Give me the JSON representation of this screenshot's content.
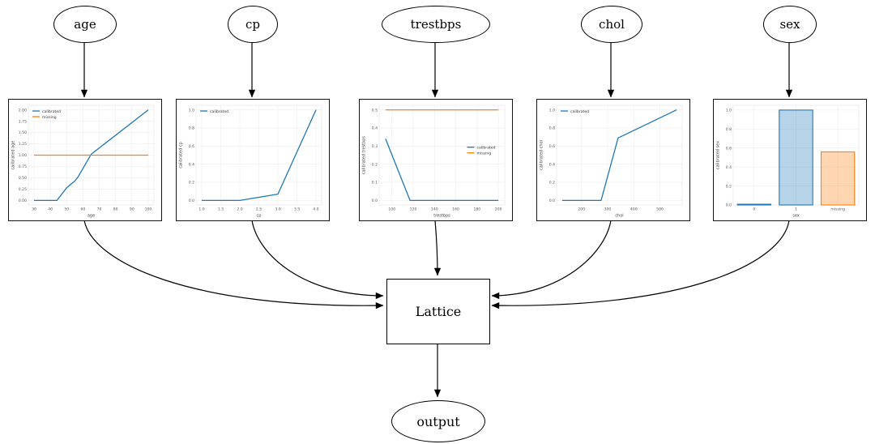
{
  "diagram": {
    "inputs": [
      {
        "label": "age"
      },
      {
        "label": "cp"
      },
      {
        "label": "trestbps"
      },
      {
        "label": "chol"
      },
      {
        "label": "sex"
      }
    ],
    "lattice_label": "Lattice",
    "output_label": "output",
    "edges": [
      "age -> age-calibrator",
      "cp -> cp-calibrator",
      "trestbps -> trestbps-calibrator",
      "chol -> chol-calibrator",
      "sex -> sex-calibrator",
      "age-calibrator -> Lattice",
      "cp-calibrator -> Lattice",
      "trestbps-calibrator -> Lattice",
      "chol-calibrator -> Lattice",
      "sex-calibrator -> Lattice",
      "Lattice -> output"
    ]
  },
  "colors": {
    "calibrated": "#1f77b4",
    "missing": "#ff7f0e",
    "grid": "#ededf0",
    "tick_text": "#555555",
    "edge": "#000000"
  },
  "chart_data": [
    {
      "type": "line",
      "name": "age",
      "xlabel": "age",
      "ylabel": "calibrated age",
      "xlim": [
        26.5,
        103.5
      ],
      "ylim": [
        -0.1,
        2.1
      ],
      "xticks": [
        30,
        40,
        50,
        60,
        70,
        80,
        90,
        100
      ],
      "xtick_labels": [
        "30",
        "40",
        "50",
        "60",
        "70",
        "80",
        "90",
        "100"
      ],
      "yticks": [
        0,
        0.25,
        0.5,
        0.75,
        1.0,
        1.25,
        1.5,
        1.75,
        2.0
      ],
      "ytick_labels": [
        "0.00",
        "0.25",
        "0.50",
        "0.75",
        "1.00",
        "1.25",
        "1.50",
        "1.75",
        "2.00"
      ],
      "series": [
        {
          "name": "calibrated",
          "color": "#1f77b4",
          "points": [
            [
              30,
              0
            ],
            [
              44,
              0
            ],
            [
              50,
              0.28
            ],
            [
              55,
              0.43
            ],
            [
              57,
              0.52
            ],
            [
              65,
              1.02
            ],
            [
              100,
              2.0
            ]
          ]
        },
        {
          "name": "missing",
          "color": "#ff7f0e",
          "points": [
            [
              30,
              1.0
            ],
            [
              100,
              1.0
            ]
          ]
        }
      ],
      "legend": {
        "pos": "nw"
      }
    },
    {
      "type": "line",
      "name": "cp",
      "xlabel": "cp",
      "ylabel": "calibrated cp",
      "xlim": [
        0.85,
        4.15
      ],
      "ylim": [
        -0.05,
        1.05
      ],
      "xticks": [
        1,
        1.5,
        2,
        2.5,
        3,
        3.5,
        4
      ],
      "xtick_labels": [
        "1.0",
        "1.5",
        "2.0",
        "2.5",
        "3.0",
        "3.5",
        "4.0"
      ],
      "yticks": [
        0,
        0.2,
        0.4,
        0.6,
        0.8,
        1.0
      ],
      "ytick_labels": [
        "0.0",
        "0.2",
        "0.4",
        "0.6",
        "0.8",
        "1.0"
      ],
      "series": [
        {
          "name": "calibrated",
          "color": "#1f77b4",
          "points": [
            [
              1,
              0
            ],
            [
              2,
              0
            ],
            [
              3,
              0.07
            ],
            [
              4,
              1.0
            ]
          ]
        }
      ],
      "legend": {
        "pos": "nw"
      }
    },
    {
      "type": "line",
      "name": "trestbps",
      "xlabel": "trestbps",
      "ylabel": "calibrated trestbps",
      "xlim": [
        88,
        206
      ],
      "ylim": [
        -0.025,
        0.525
      ],
      "xticks": [
        100,
        120,
        140,
        160,
        180,
        200
      ],
      "xtick_labels": [
        "100",
        "120",
        "140",
        "160",
        "180",
        "200"
      ],
      "yticks": [
        0,
        0.1,
        0.2,
        0.3,
        0.4,
        0.5
      ],
      "ytick_labels": [
        "0.0",
        "0.1",
        "0.2",
        "0.3",
        "0.4",
        "0.5"
      ],
      "series": [
        {
          "name": "calibrated",
          "color": "#1f77b4",
          "points": [
            [
              94,
              0.34
            ],
            [
              117,
              0
            ],
            [
              200,
              0
            ]
          ]
        },
        {
          "name": "missing",
          "color": "#ff7f0e",
          "points": [
            [
              94,
              0.5
            ],
            [
              200,
              0.5
            ]
          ]
        }
      ],
      "legend": {
        "pos": "e"
      }
    },
    {
      "type": "line",
      "name": "chol",
      "xlabel": "chol",
      "ylabel": "calibrated chol",
      "xlim": [
        105,
        585
      ],
      "ylim": [
        -0.05,
        1.05
      ],
      "xticks": [
        200,
        300,
        400,
        500
      ],
      "xtick_labels": [
        "200",
        "300",
        "400",
        "500"
      ],
      "yticks": [
        0,
        0.2,
        0.4,
        0.6,
        0.8,
        1.0
      ],
      "ytick_labels": [
        "0.0",
        "0.2",
        "0.4",
        "0.6",
        "0.8",
        "1.0"
      ],
      "series": [
        {
          "name": "calibrated",
          "color": "#1f77b4",
          "points": [
            [
              126,
              0
            ],
            [
              275,
              0
            ],
            [
              340,
              0.69
            ],
            [
              564,
              1.0
            ]
          ]
        }
      ],
      "legend": {
        "pos": "nw"
      }
    },
    {
      "type": "bar",
      "name": "sex",
      "xlabel": "sex",
      "ylabel": "calibrated sex",
      "xlim": [
        -0.5,
        2.5
      ],
      "ylim": [
        0,
        1.05
      ],
      "categories": [
        "0",
        "1",
        "missing"
      ],
      "values": [
        0.008,
        1.0,
        0.56
      ],
      "bar_edge_colors": [
        "#1f77b4",
        "#1f77b4",
        "#ff7f0e"
      ],
      "bar_fills": [
        "rgba(31,119,180,0.32)",
        "rgba(31,119,180,0.32)",
        "rgba(255,127,14,0.32)"
      ],
      "yticks": [
        0,
        0.2,
        0.4,
        0.6,
        0.8,
        1.0
      ],
      "ytick_labels": [
        "0.0",
        "0.2",
        "0.4",
        "0.6",
        "0.8",
        "1.0"
      ]
    }
  ]
}
